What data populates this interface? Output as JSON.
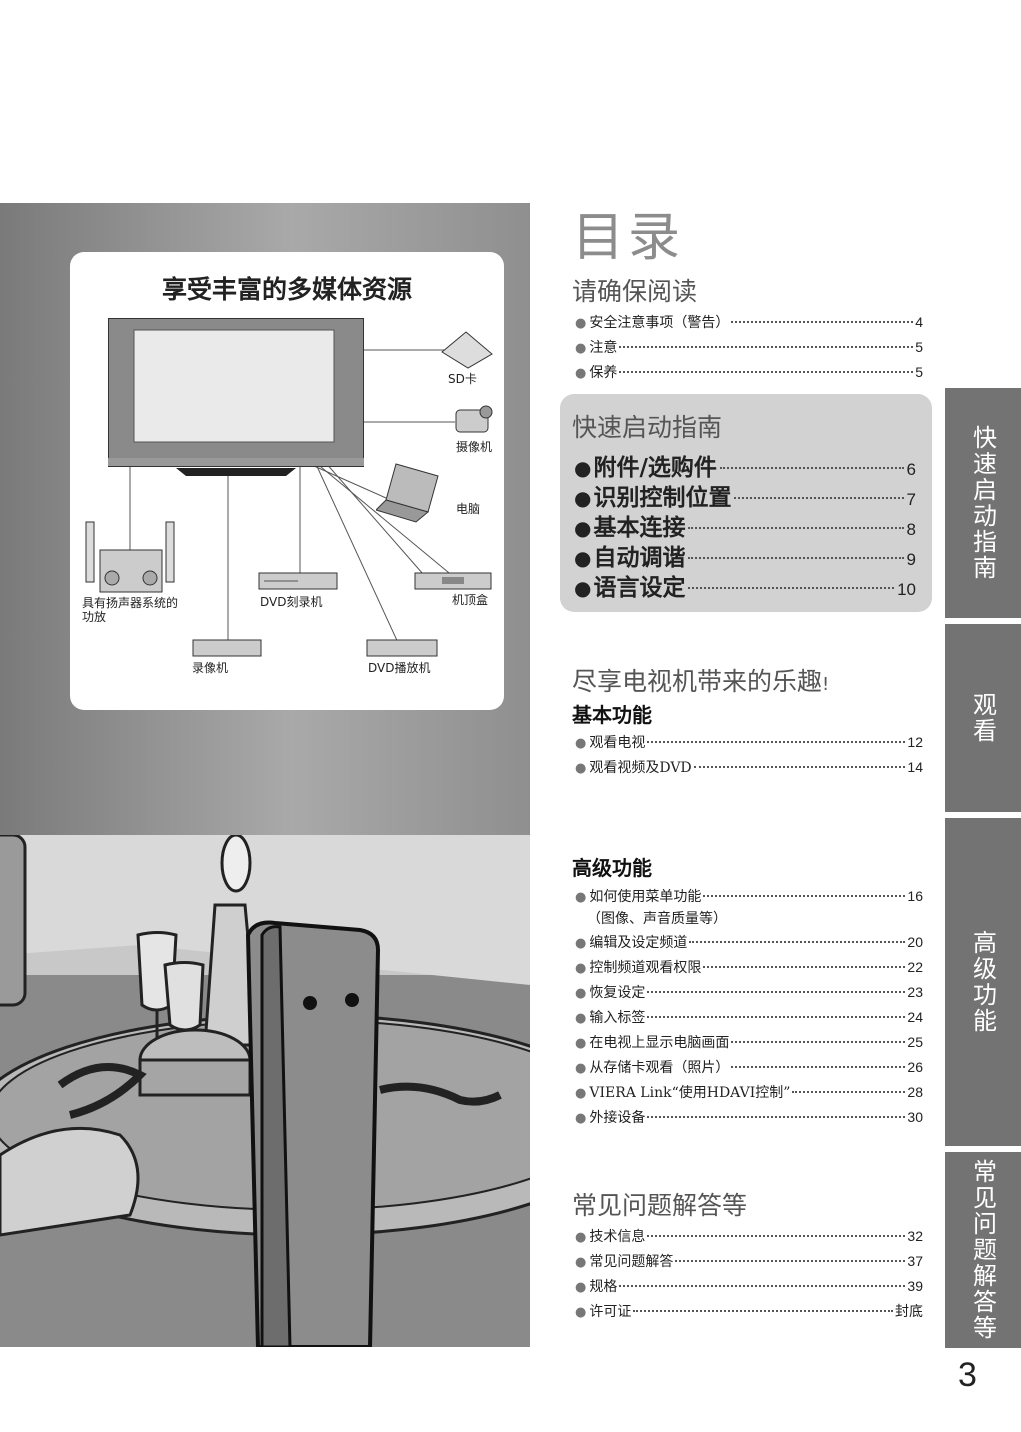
{
  "media_panel": {
    "title": "享受丰富的多媒体资源",
    "devices": {
      "sd_card": "SD卡",
      "camcorder": "摄像机",
      "computer": "电脑",
      "set_top_box": "机顶盒",
      "dvd_recorder": "DVD刻录机",
      "audio_system": "具有扬声器系统的功放",
      "vcr": "录像机",
      "dvd_player": "DVD播放机"
    }
  },
  "toc": {
    "title": "目录",
    "read_first": {
      "heading": "请确保阅读",
      "items": [
        {
          "label": "安全注意事项（警告）",
          "page": "4"
        },
        {
          "label": "注意",
          "page": "5"
        },
        {
          "label": "保养",
          "page": "5"
        }
      ]
    },
    "quick_start": {
      "heading": "快速启动指南",
      "items": [
        {
          "label": "附件/选购件",
          "page": "6"
        },
        {
          "label": "识别控制位置",
          "page": "7"
        },
        {
          "label": "基本连接",
          "page": "8"
        },
        {
          "label": "自动调谐",
          "page": "9"
        },
        {
          "label": "语言设定",
          "page": "10"
        }
      ]
    },
    "enjoy": {
      "heading": "尽享电视机带来的乐趣",
      "heading_mark": "!",
      "basic": {
        "heading": "基本功能",
        "items": [
          {
            "label": "观看电视",
            "page": "12"
          },
          {
            "label": "观看视频及DVD",
            "page": "14"
          }
        ]
      },
      "advanced": {
        "heading": "高级功能",
        "items": [
          {
            "label": "如何使用菜单功能",
            "page": "16"
          },
          {
            "label": "编辑及设定频道",
            "page": "20"
          },
          {
            "label": "控制频道观看权限",
            "page": "22"
          },
          {
            "label": "恢复设定",
            "page": "23"
          },
          {
            "label": "输入标签",
            "page": "24"
          },
          {
            "label": "在电视上显示电脑画面",
            "page": "25"
          },
          {
            "label": "从存储卡观看（照片）",
            "page": "26"
          },
          {
            "label": "VIERA Link“使用HDAVI控制”",
            "page": "28"
          },
          {
            "label": "外接设备",
            "page": "30"
          }
        ],
        "menu_note": "（图像、声音质量等）"
      }
    },
    "faq": {
      "heading": "常见问题解答等",
      "items": [
        {
          "label": "技术信息",
          "page": "32"
        },
        {
          "label": "常见问题解答",
          "page": "37"
        },
        {
          "label": "规格",
          "page": "39"
        },
        {
          "label": "许可证",
          "page": "封底"
        }
      ]
    }
  },
  "side_tabs": [
    "快速启动指南",
    "观看",
    "高级功能",
    "常见问题解答等"
  ],
  "page_number": "3",
  "bullet_glyph": "●",
  "colors": {
    "tab": "#737373",
    "quick_box": "#d2d2d2",
    "title_gray": "#8c8c8c"
  }
}
